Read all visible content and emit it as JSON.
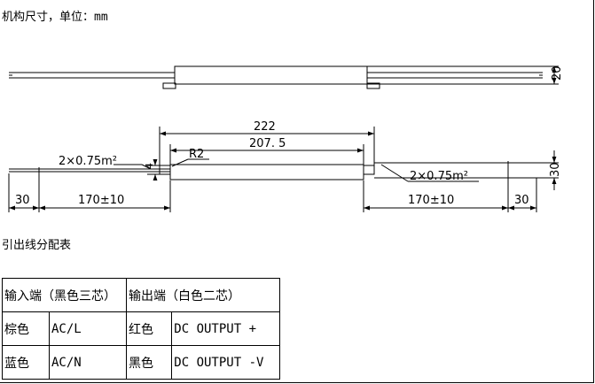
{
  "heading_dimensions": "机构尺寸，单位：mm",
  "heading_wiring": "引出线分配表",
  "dimensions": {
    "height": "20",
    "overall_length": "222",
    "inner_length": "207. 5",
    "radius": "R2",
    "wire_section_left": "2×0.75m²",
    "wire_section_right": "2×0.75m²",
    "flange_thickness": "4",
    "height_right": "30",
    "lead_left": "170±10",
    "lead_right": "170±10",
    "strip_left": "30",
    "strip_right": "30"
  },
  "wiring_table": {
    "input_header": "输入端（黑色三芯）",
    "output_header": "输出端（白色二芯）",
    "rows": [
      {
        "in_color": "棕色",
        "in_signal": "AC/L",
        "out_color": "红色",
        "out_signal": "DC OUTPUT +"
      },
      {
        "in_color": "蓝色",
        "in_signal": "AC/N",
        "out_color": "黑色",
        "out_signal": "DC OUTPUT -V"
      }
    ]
  }
}
